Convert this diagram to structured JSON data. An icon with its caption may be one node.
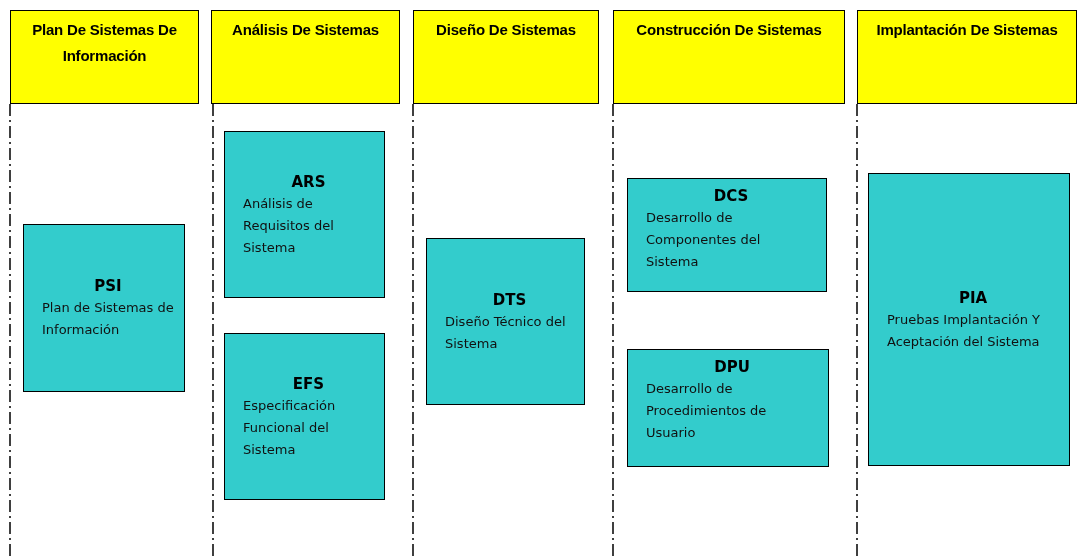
{
  "diagram": {
    "nodes": [
      {
        "text": [
          "Plan De Sistemas De Información"
        ]
      },
      {
        "text": [
          "Análisis De Sistemas"
        ]
      },
      {
        "text": [
          "Diseño De Sistemas"
        ]
      },
      {
        "text": [
          "Construcción De Sistemas"
        ]
      },
      {
        "text": [
          "Implantación De Sistemas"
        ]
      },
      {
        "text": [
          "PSI",
          "Plan de Sistemas de Información"
        ]
      },
      {
        "text": [
          "ARS",
          "Análisis de Requisitos del Sistema"
        ]
      },
      {
        "text": [
          "EFS",
          "Especificación Funcional del Sistema"
        ]
      },
      {
        "text": [
          "DTS",
          "Diseño Técnico del Sistema"
        ]
      },
      {
        "text": [
          "DCS",
          "Desarrollo de Componentes del Sistema"
        ]
      },
      {
        "text": [
          "DPU",
          "Desarrollo de Procedimientos de Usuario"
        ]
      },
      {
        "text": [
          "PIA",
          "Pruebas Implantación Y Aceptación del Sistema"
        ]
      }
    ]
  }
}
